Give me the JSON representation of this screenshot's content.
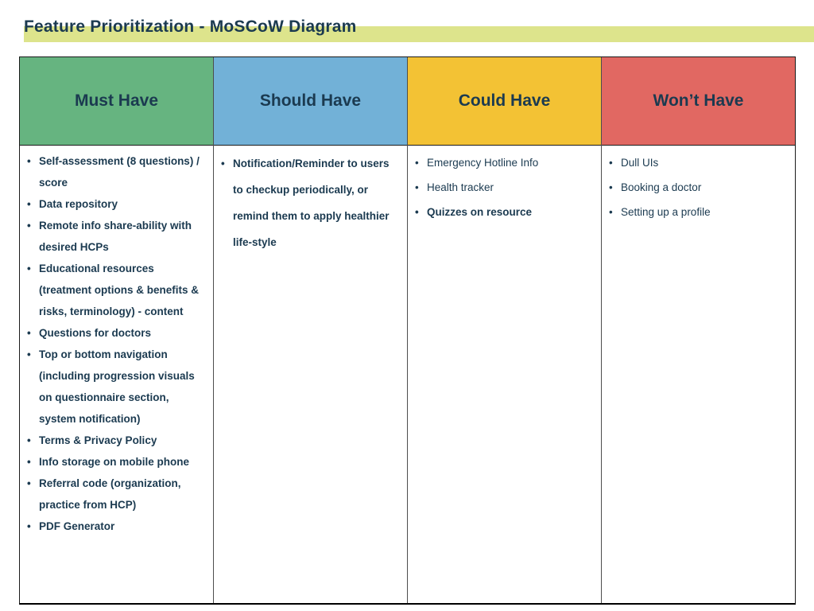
{
  "title": "Feature Prioritization - MoSCoW Diagram",
  "bullet_glyph": "•",
  "colors": {
    "title_text": "#1b3a50",
    "title_highlight": "#dde48c",
    "body_text": "#1b3a50",
    "must_have_header": "#66b480",
    "should_have_header": "#72b1d7",
    "could_have_header": "#f3c234",
    "wont_have_header": "#e16862"
  },
  "columns": [
    {
      "header": "Must Have",
      "color": "#66b480",
      "items": [
        {
          "text": "Self-assessment (8 questions) / score",
          "bold": true
        },
        {
          "text": "Data repository",
          "bold": true
        },
        {
          "text": "Remote info share-ability with desired HCPs",
          "bold": true
        },
        {
          "text": "Educational resources (treatment options & benefits & risks, terminology) - content",
          "bold": true
        },
        {
          "text": "Questions for doctors",
          "bold": true
        },
        {
          "text": "Top or bottom navigation (including progression visuals on questionnaire section, system notification)",
          "bold": true
        },
        {
          "text": "Terms & Privacy Policy",
          "bold": true
        },
        {
          "text": "Info storage on mobile phone",
          "bold": true
        },
        {
          "text": "Referral code (organization, practice from HCP)",
          "bold": true
        },
        {
          "text": "PDF Generator",
          "bold": true
        }
      ]
    },
    {
      "header": "Should Have",
      "color": "#72b1d7",
      "items": [
        {
          "text": "Notification/Reminder to users to checkup periodically, or remind them to apply healthier life-style",
          "bold": true
        }
      ]
    },
    {
      "header": "Could Have",
      "color": "#f3c234",
      "items": [
        {
          "text": "Emergency Hotline Info",
          "bold": false
        },
        {
          "text": "Health tracker",
          "bold": false
        },
        {
          "text": "Quizzes on resource",
          "bold": true
        }
      ]
    },
    {
      "header": "Won’t Have",
      "color": "#e16862",
      "items": [
        {
          "text": "Dull UIs",
          "bold": false
        },
        {
          "text": "Booking a doctor",
          "bold": false
        },
        {
          "text": "Setting up a profile",
          "bold": false
        }
      ]
    }
  ]
}
